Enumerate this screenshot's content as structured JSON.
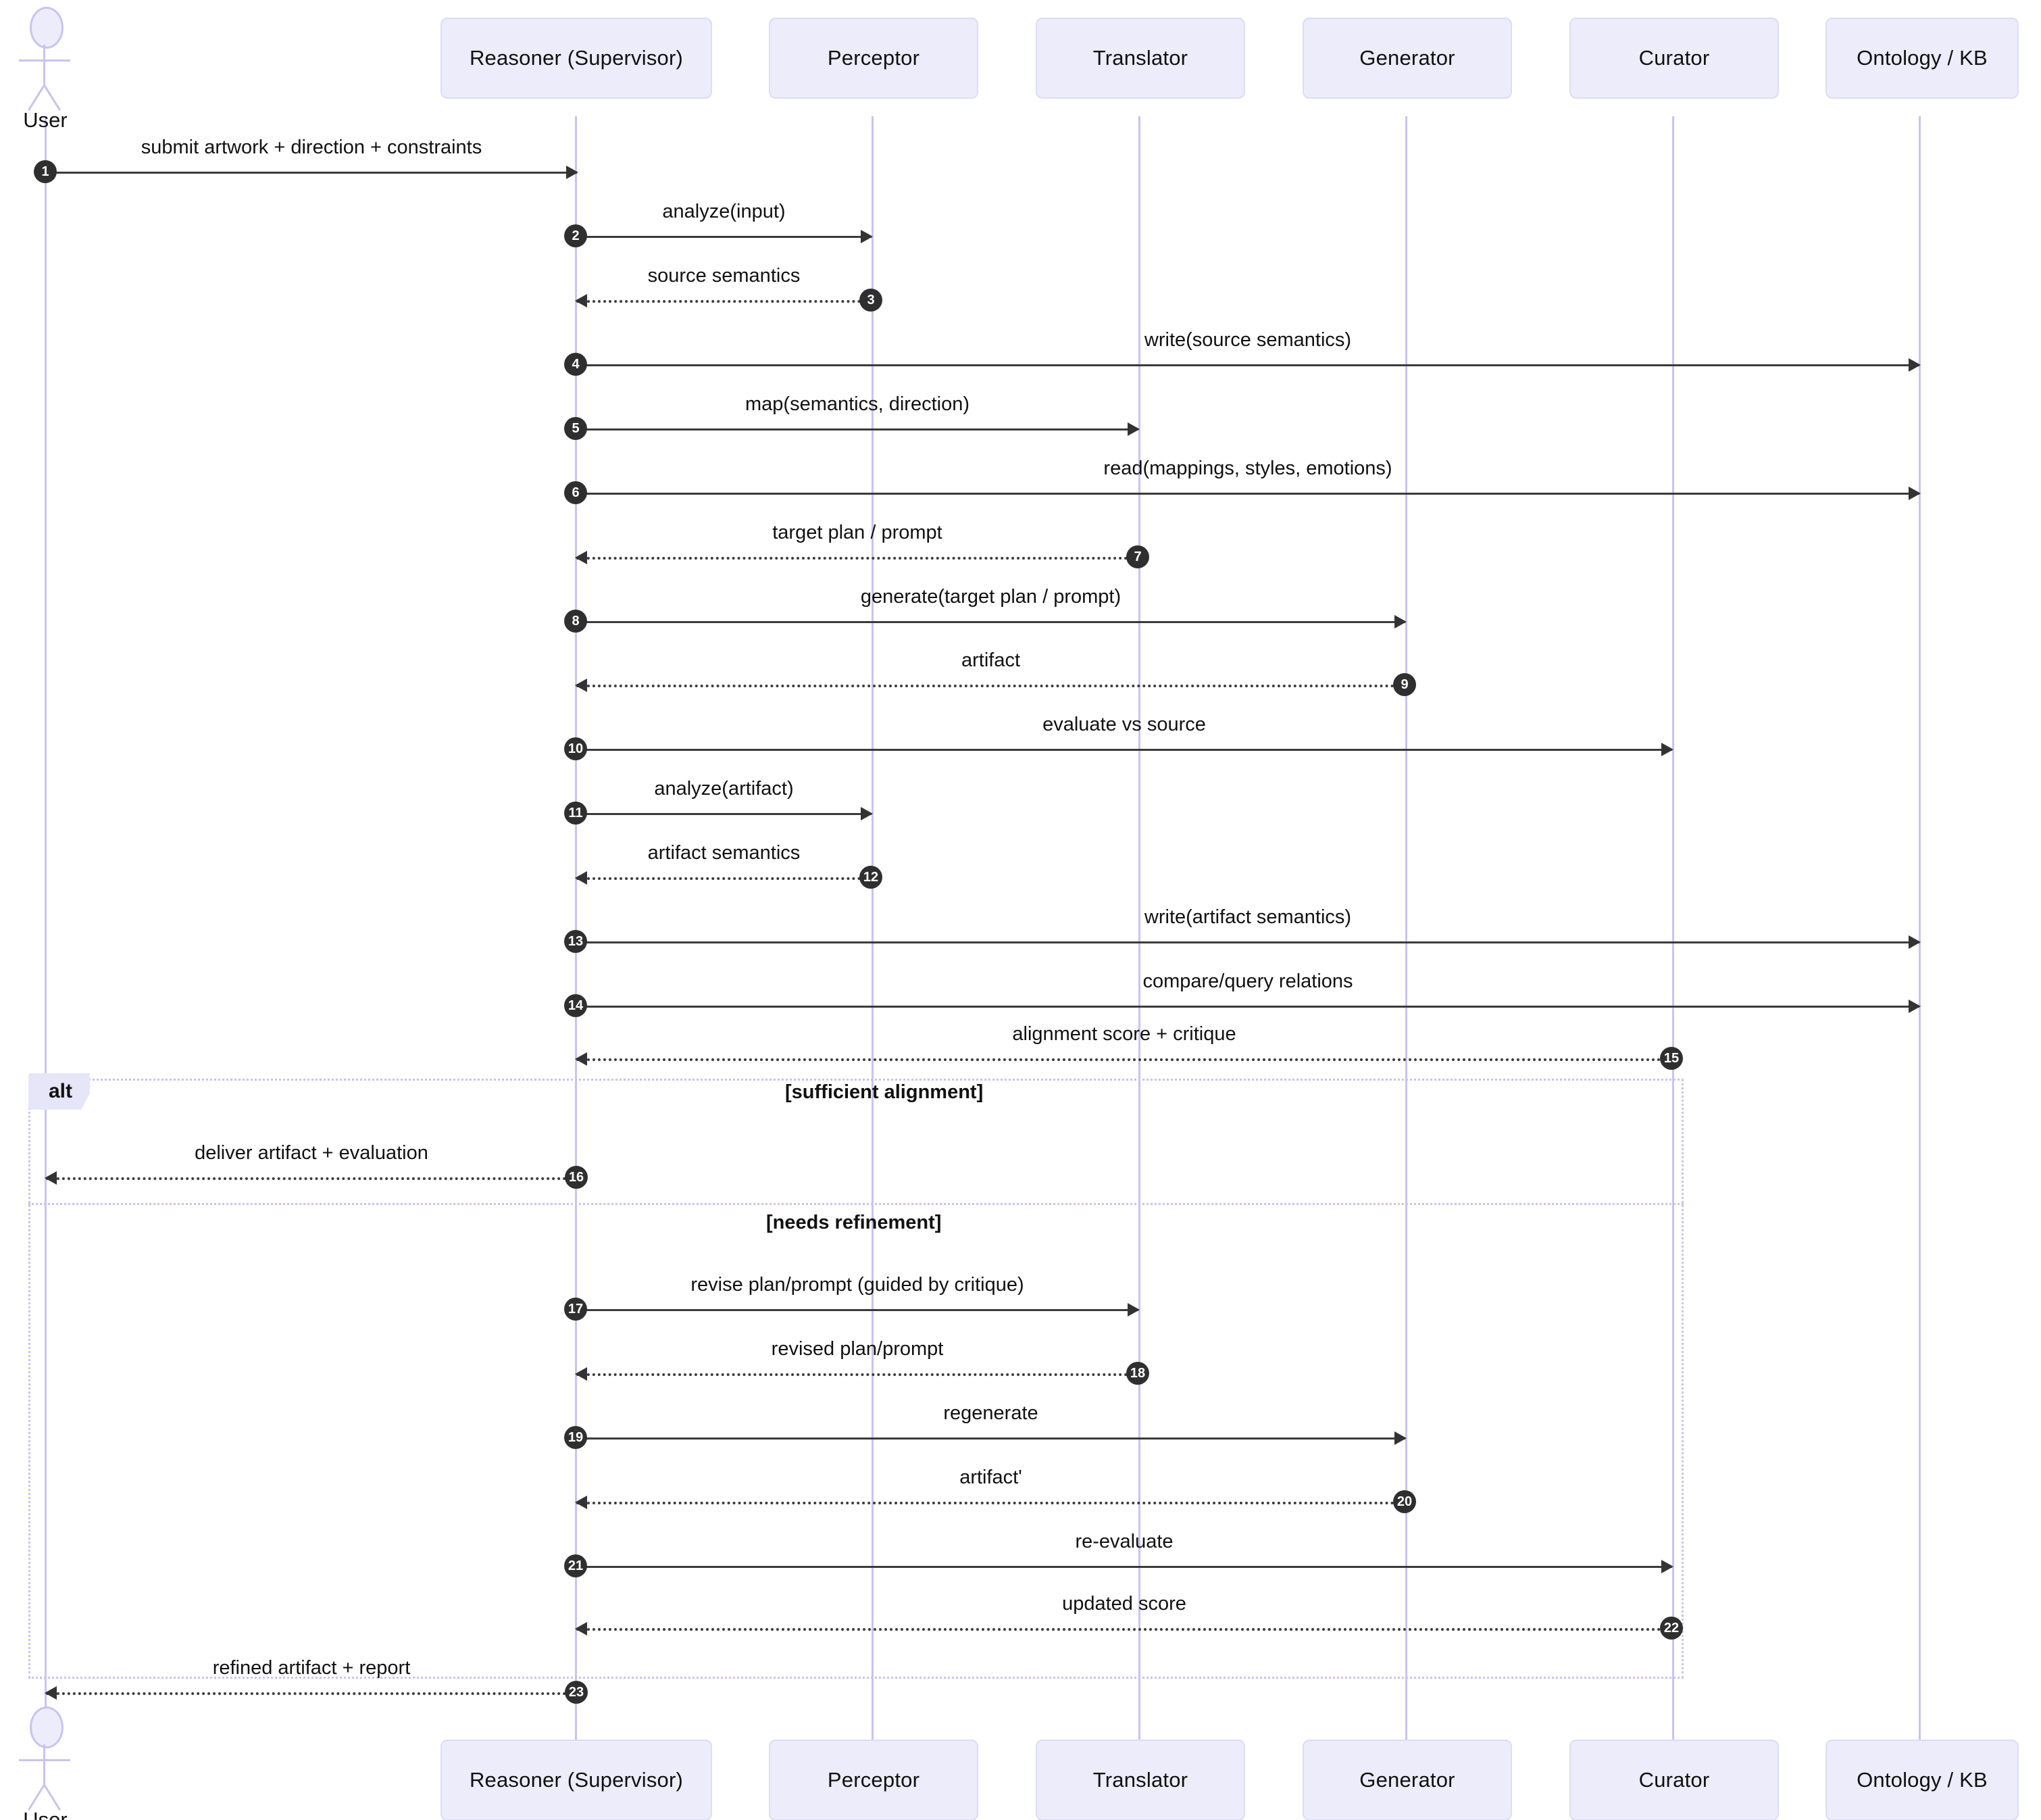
{
  "diagram": {
    "type": "sequence-diagram",
    "actor": {
      "label": "User",
      "icon": "actor-stick-figure-icon"
    },
    "participants": [
      {
        "id": "reasoner",
        "label": "Reasoner (Supervisor)"
      },
      {
        "id": "perceptor",
        "label": "Perceptor"
      },
      {
        "id": "translator",
        "label": "Translator"
      },
      {
        "id": "generator",
        "label": "Generator"
      },
      {
        "id": "curator",
        "label": "Curator"
      },
      {
        "id": "ontology",
        "label": "Ontology / KB"
      }
    ],
    "colors": {
      "participant_fill": "#ececfb",
      "participant_border": "#dedcf5",
      "lifeline": "#c9c3ef",
      "arrow": "#3b3b3b",
      "seq_badge": "#2f2f2f",
      "alt_tag_fill": "#e7e5f8"
    },
    "messages": [
      {
        "num": "1",
        "label": "submit artwork + direction + constraints",
        "from": "User",
        "to": "reasoner",
        "style": "solid",
        "dir": "right"
      },
      {
        "num": "2",
        "label": "analyze(input)",
        "from": "reasoner",
        "to": "perceptor",
        "style": "solid",
        "dir": "right"
      },
      {
        "num": "3",
        "label": "source semantics",
        "from": "perceptor",
        "to": "reasoner",
        "style": "dotted",
        "dir": "left"
      },
      {
        "num": "4",
        "label": "write(source semantics)",
        "from": "reasoner",
        "to": "ontology",
        "style": "solid",
        "dir": "right"
      },
      {
        "num": "5",
        "label": "map(semantics, direction)",
        "from": "reasoner",
        "to": "translator",
        "style": "solid",
        "dir": "right"
      },
      {
        "num": "6",
        "label": "read(mappings, styles, emotions)",
        "from": "reasoner",
        "to": "ontology",
        "style": "solid",
        "dir": "right"
      },
      {
        "num": "7",
        "label": "target plan / prompt",
        "from": "translator",
        "to": "reasoner",
        "style": "dotted",
        "dir": "left"
      },
      {
        "num": "8",
        "label": "generate(target plan / prompt)",
        "from": "reasoner",
        "to": "generator",
        "style": "solid",
        "dir": "right"
      },
      {
        "num": "9",
        "label": "artifact",
        "from": "generator",
        "to": "reasoner",
        "style": "dotted",
        "dir": "left"
      },
      {
        "num": "10",
        "label": "evaluate vs source",
        "from": "reasoner",
        "to": "curator",
        "style": "solid",
        "dir": "right"
      },
      {
        "num": "11",
        "label": "analyze(artifact)",
        "from": "reasoner",
        "to": "perceptor",
        "style": "solid",
        "dir": "right"
      },
      {
        "num": "12",
        "label": "artifact semantics",
        "from": "perceptor",
        "to": "reasoner",
        "style": "dotted",
        "dir": "left"
      },
      {
        "num": "13",
        "label": "write(artifact semantics)",
        "from": "reasoner",
        "to": "ontology",
        "style": "solid",
        "dir": "right"
      },
      {
        "num": "14",
        "label": "compare/query relations",
        "from": "reasoner",
        "to": "ontology",
        "style": "solid",
        "dir": "right"
      },
      {
        "num": "15",
        "label": "alignment score + critique",
        "from": "curator",
        "to": "reasoner",
        "style": "dotted",
        "dir": "left"
      },
      {
        "num": "16",
        "label": "deliver artifact + evaluation",
        "from": "reasoner",
        "to": "User",
        "style": "dotted",
        "dir": "left"
      },
      {
        "num": "17",
        "label": "revise plan/prompt (guided by critique)",
        "from": "reasoner",
        "to": "translator",
        "style": "solid",
        "dir": "right"
      },
      {
        "num": "18",
        "label": "revised plan/prompt",
        "from": "translator",
        "to": "reasoner",
        "style": "dotted",
        "dir": "left"
      },
      {
        "num": "19",
        "label": "regenerate",
        "from": "reasoner",
        "to": "generator",
        "style": "solid",
        "dir": "right"
      },
      {
        "num": "20",
        "label": "artifact'",
        "from": "generator",
        "to": "reasoner",
        "style": "dotted",
        "dir": "left"
      },
      {
        "num": "21",
        "label": "re-evaluate",
        "from": "reasoner",
        "to": "curator",
        "style": "solid",
        "dir": "right"
      },
      {
        "num": "22",
        "label": "updated score",
        "from": "curator",
        "to": "reasoner",
        "style": "dotted",
        "dir": "left"
      },
      {
        "num": "23",
        "label": "refined artifact + report",
        "from": "reasoner",
        "to": "User",
        "style": "dotted",
        "dir": "left"
      }
    ],
    "alt_fragment": {
      "tag": "alt",
      "conditions": [
        {
          "label": "[sufficient alignment]"
        },
        {
          "label": "[needs refinement]"
        }
      ]
    }
  }
}
